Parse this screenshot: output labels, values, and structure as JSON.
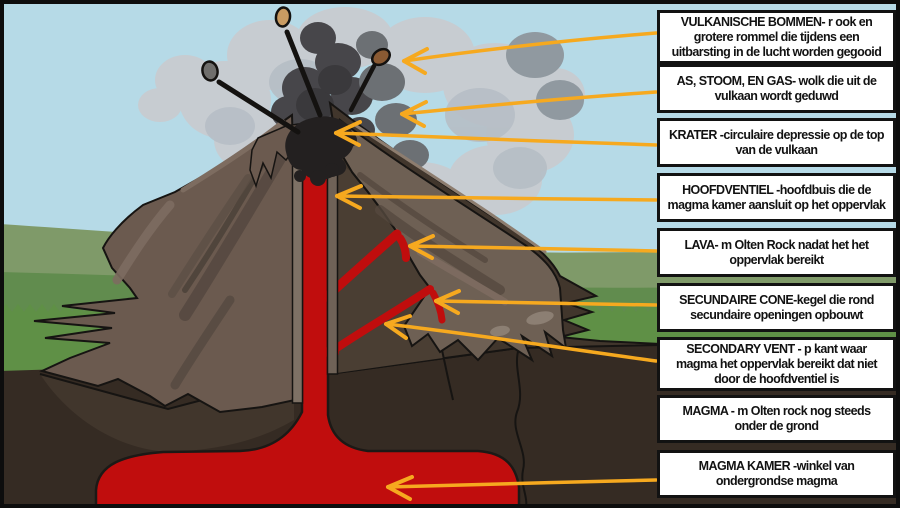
{
  "labels": [
    {
      "id": "vulkanische-bommen",
      "text": "VULKANISCHE BOMMEN- r ook en grotere rommel die tijdens een uitbarsting in de lucht worden gegooid"
    },
    {
      "id": "as-stoom-en-gas",
      "text": "AS, STOOM, EN GAS- wolk die uit de vulkaan wordt geduwd"
    },
    {
      "id": "krater",
      "text": "KRATER -circulaire depressie op de top van de vulkaan"
    },
    {
      "id": "hoofdventiel",
      "text": "HOOFDVENTIEL -hoofdbuis die de magma kamer aansluit op het oppervlak"
    },
    {
      "id": "lava",
      "text": "LAVA- m Olten Rock nadat het het oppervlak bereikt"
    },
    {
      "id": "secundaire-cone",
      "text": "SECUNDAIRE CONE-kegel die rond secundaire openingen opbouwt"
    },
    {
      "id": "secondary-vent",
      "text": "SECONDARY VENT - p kant waar magma het oppervlak bereikt dat niet door de hoofdventiel is"
    },
    {
      "id": "magma",
      "text": "MAGMA - m Olten rock nog steeds onder de grond"
    },
    {
      "id": "magma-kamer",
      "text": "MAGMA KAMER -winkel van ondergrondse magma"
    }
  ],
  "colors": {
    "sky": "#b6dae7",
    "magma": "#c00d0d",
    "arrow": "#f6a91f",
    "volcano_light": "#6b5a4f",
    "volcano_dark": "#41362c",
    "underground": "#352b23",
    "hill_green": "#5f9046",
    "hill_sage": "#7f9a69",
    "hill_mid": "#618c4e",
    "cloud_grey": "#c7ccd1",
    "ash_dark": "#47464a",
    "label_bg": "#ffffff",
    "label_border": "#121212"
  }
}
